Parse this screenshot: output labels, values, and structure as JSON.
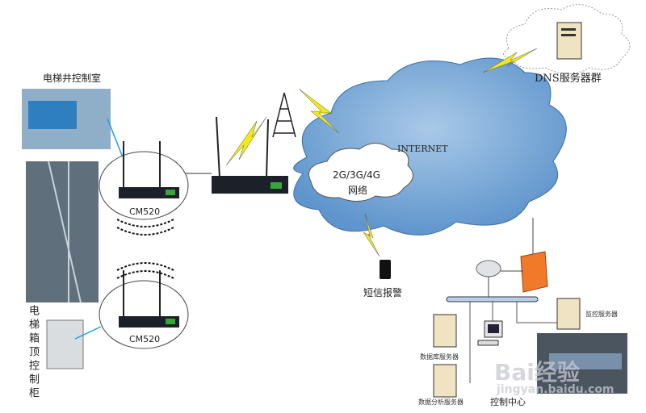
{
  "labels": {
    "machine_room": "电梯井控制室",
    "car_top_cabinet": "电梯箱顶控制柜",
    "router_model_1": "CM520",
    "router_model_2": "CM520",
    "mobile_network": "2G/3G/4G",
    "mobile_network_sub": "网络",
    "internet": "INTERNET",
    "dns": "DNS服务器群",
    "sms_alarm": "短信报警",
    "monitor_server": "监控服务器",
    "db_server": "数据库服务器",
    "analysis_server": "数据分析服务器",
    "control_center": "控制中心"
  },
  "watermark": {
    "brand": "Bai经验",
    "url": "jingyan.baidu.com"
  },
  "colors": {
    "cloud": "#6fa3d6",
    "lightning": "#f2e81a",
    "link": "#1aa0e0",
    "firewall": "#f07a2a"
  }
}
